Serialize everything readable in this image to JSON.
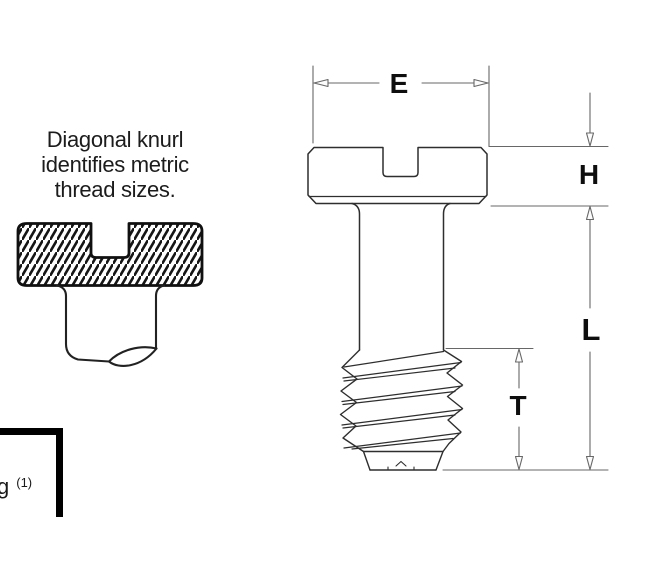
{
  "caption": {
    "line1": "Diagonal knurl",
    "line2": "identifies metric",
    "line3": "thread sizes."
  },
  "dimension_labels": {
    "head_diameter": "E",
    "head_height": "H",
    "body_length": "L",
    "thread_length": "T"
  },
  "table_fragment": {
    "header_text_partial": "g",
    "footnote_marker": "(1)"
  },
  "colors": {
    "background": "#ffffff",
    "screw_outline": "#2e2e2e",
    "knurl_outline": "#101010",
    "dimension_lines": "#666666",
    "label_text": "#0e0e0e",
    "caption_text": "#1c1c1c",
    "table_border": "#000000"
  }
}
